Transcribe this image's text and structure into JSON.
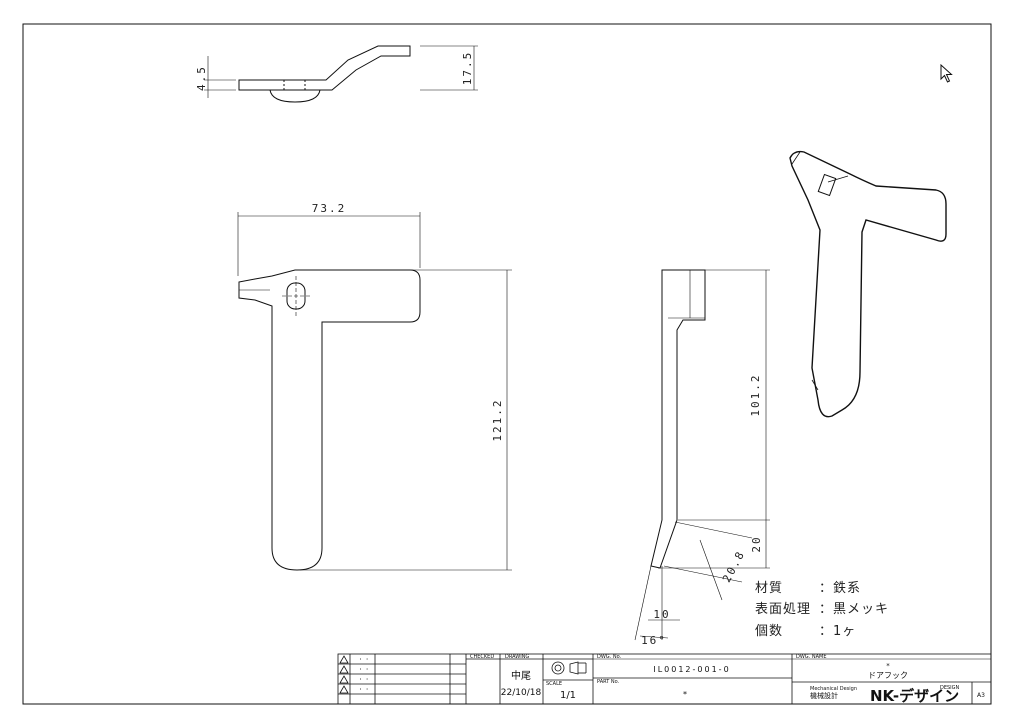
{
  "drawing": {
    "dimensions": {
      "top_thickness": "4.5",
      "top_height": "17.5",
      "front_width": "73.2",
      "front_height": "121.2",
      "side_height": "101.2",
      "side_offset": "20",
      "side_diag": "20.8",
      "side_10": "10",
      "side_angle": "16°"
    },
    "notes": {
      "material_label": "材質",
      "material_value": "：鉄系",
      "finish_label": "表面処理",
      "finish_value": "：黒メッキ",
      "qty_label": "個数",
      "qty_value": "：1ヶ"
    }
  },
  "title_block": {
    "checked_by_label": "CHECKED",
    "drawn_by_label": "DRAWING",
    "designer": "中尾",
    "date": "22/10/18",
    "scale_label": "SCALE",
    "scale": "1/1",
    "drawing_no_label": "DWG. No.",
    "drawing_no": "IL0012-001-0",
    "part_no_label": "PART No.",
    "part_no_value": "*",
    "name_label": "DWG. NAME",
    "name_star": "*",
    "part_name": "ドアフック",
    "company_en": "Mechanical Design",
    "company_jp": "機械設計",
    "company_logo": "NK-デザイン",
    "logo_tag": "DESIGN",
    "sheet_size": "A3",
    "rev_dots": [
      "・ ・",
      "・ ・",
      "・ ・",
      "・ ・"
    ]
  }
}
